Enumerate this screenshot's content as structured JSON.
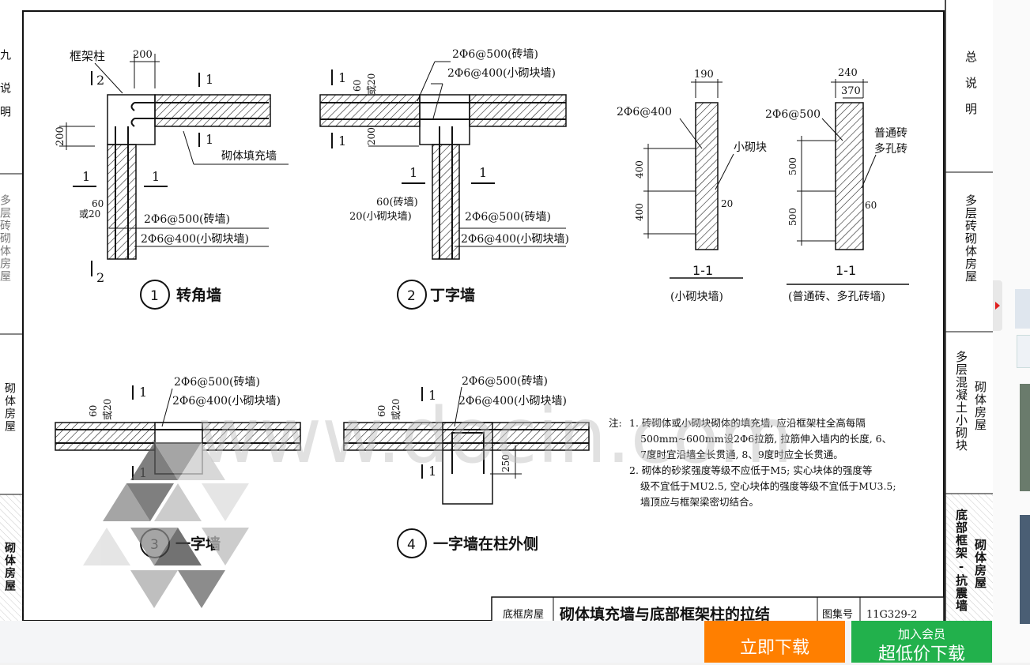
{
  "sheet": {
    "left_column": {
      "items": [
        "九",
        "说明",
        "多层砖砌体房屋",
        "砌体房屋",
        "砌体房屋"
      ]
    },
    "right_column": {
      "items": [
        {
          "main": "总说明",
          "sub": ""
        },
        {
          "main": "多层砖砌体房屋",
          "sub": ""
        },
        {
          "main": "多层混凝土小砌块",
          "sub": "砌体房屋"
        },
        {
          "main": "底部框架-抗震墙",
          "sub": "砌体房屋"
        }
      ]
    },
    "detail1": {
      "col_label": "框架柱",
      "dim_200_top": "200",
      "dim_200_left": "200",
      "sec2_top": "2",
      "sec2_bottom": "2",
      "sec1_top": "1",
      "sec1_mid": "1",
      "sec1_left_a": "1",
      "sec1_left_b": "1",
      "infill_label": "砌体填充墙",
      "dim_60": "60",
      "dim_or20": "或20",
      "rebar_brick": "2Φ6@500(砖墙)",
      "rebar_block": "2Φ6@400(小砌块墙)",
      "num": "1",
      "title": "转角墙"
    },
    "detail2": {
      "rebar_brick": "2Φ6@500(砖墙)",
      "rebar_block": "2Φ6@400(小砌块墙)",
      "dim_60": "60",
      "dim_or20": "或20",
      "dim_200": "200",
      "sec1_a": "1",
      "sec1_b": "1",
      "sec1_c": "1",
      "sec1_d": "1",
      "note_60": "60(砖墙)",
      "note_20": "20(小砌块墙)",
      "rebar_brick2": "2Φ6@500(砖墙)",
      "rebar_block2": "2Φ6@400(小砌块墙)",
      "num": "2",
      "title": "丁字墙"
    },
    "section_small": {
      "dim_190": "190",
      "rebar": "2Φ6@400",
      "label": "小砌块",
      "dim_400a": "400",
      "dim_400b": "400",
      "dim_20": "20",
      "sec": "1-1",
      "caption": "(小砌块墙)"
    },
    "section_brick": {
      "dim_240": "240",
      "dim_370": "370",
      "rebar": "2Φ6@500",
      "label1": "普通砖",
      "label2": "多孔砖",
      "dim_500a": "500",
      "dim_500b": "500",
      "dim_60": "60",
      "sec": "1-1",
      "caption": "(普通砖、多孔砖墙)"
    },
    "detail3": {
      "rebar_brick": "2Φ6@500(砖墙)",
      "rebar_block": "2Φ6@400(小砌块墙)",
      "dim_60": "60",
      "dim_or20": "或20",
      "sec1_top": "1",
      "sec1_bottom": "1",
      "num": "3",
      "title": "一字墙"
    },
    "detail4": {
      "rebar_brick": "2Φ6@500(砖墙)",
      "rebar_block": "2Φ6@400(小砌块墙)",
      "dim_60": "60",
      "dim_or20": "或20",
      "sec1_top": "1",
      "sec1_bottom": "1",
      "dim_250": "250",
      "num": "4",
      "title": "一字墙在柱外侧"
    },
    "notes": {
      "prefix": "注:",
      "lines": [
        "1. 砖砌体或小砌块砌体的填充墙, 应沿框架柱全高每隔",
        "500mm~600mm设2Φ6拉筋, 拉筋伸入墙内的长度, 6、",
        "7度时宜沿墙全长贯通, 8、9度时应全长贯通。",
        "2. 砌体的砂浆强度等级不应低于M5; 实心块体的强度等",
        "级不宜低于MU2.5, 空心块体的强度等级不宜低于MU3.5;",
        "墙顶应与框架梁密切结合。"
      ]
    },
    "title_block": {
      "category": "底框房屋",
      "title": "砌体填充墙与底部框架柱的拉结",
      "atlas_label": "图集号",
      "atlas_no": "11G329-2"
    },
    "watermark": "www.docin.com"
  },
  "actions": {
    "download_now": "立即下载",
    "join_member": "加入会员",
    "cheap_download": "超低价下载"
  },
  "colors": {
    "download_now": "#ff7f00",
    "member": "#22b14c",
    "ink": "#111111",
    "panel_accent": "#e02020"
  }
}
